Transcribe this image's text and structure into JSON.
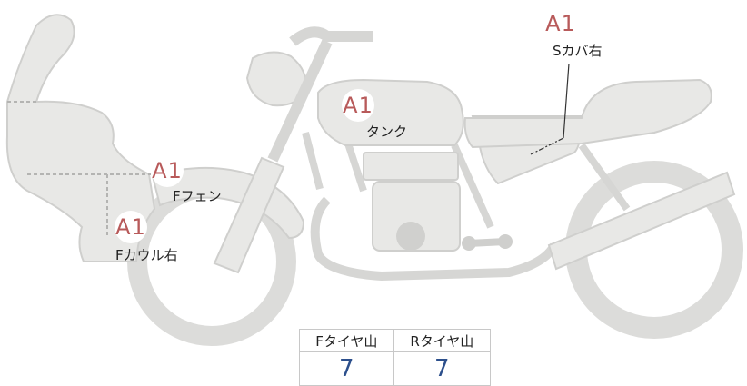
{
  "grade_badges": {
    "s_cover_right": "A1",
    "tank": "A1",
    "front_fender": "A1",
    "front_cowl_right": "A1"
  },
  "part_labels": {
    "s_cover_right": "Sカバ右",
    "tank": "タンク",
    "front_fender": "Fフェン",
    "front_cowl_right": "Fカウル右"
  },
  "tire_tread": {
    "headers": [
      "Fタイヤ山",
      "Rタイヤ山"
    ],
    "values": [
      "7",
      "7"
    ]
  },
  "colors": {
    "body_fill": "#e8e8e6",
    "body_stroke": "#cfcfcd",
    "badge_text": "#b85a5a",
    "tread_value": "#2c4f8c"
  }
}
